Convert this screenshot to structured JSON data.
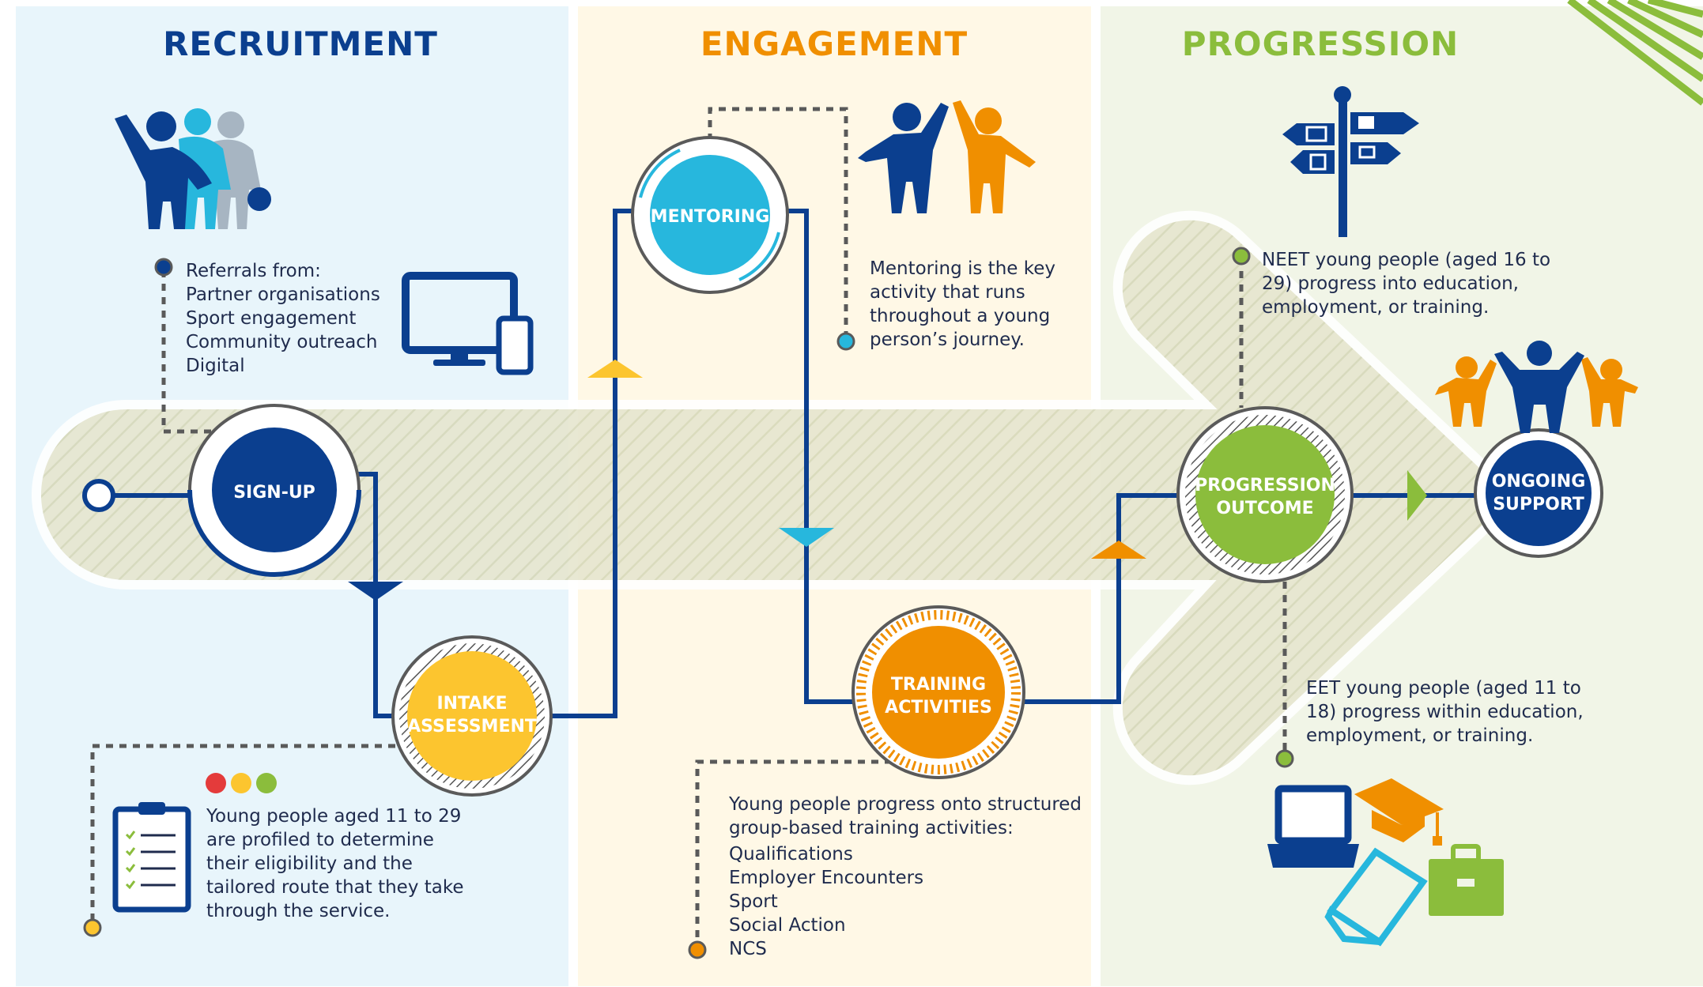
{
  "sections": {
    "recruitment": "RECRUITMENT",
    "engagement": "ENGAGEMENT",
    "progression": "PROGRESSION"
  },
  "nodes": {
    "signup": "SIGN-UP",
    "intake_line1": "INTAKE",
    "intake_line2": "ASSESSMENT",
    "mentoring": "MENTORING",
    "training_line1": "TRAINING",
    "training_line2": "ACTIVITIES",
    "progression_line1": "PROGRESSION",
    "progression_line2": "OUTCOME",
    "support_line1": "ONGOING",
    "support_line2": "SUPPORT"
  },
  "notes": {
    "referrals": [
      "Referrals from:",
      "Partner organisations",
      "Sport engagement",
      "Community outreach",
      "Digital"
    ],
    "mentoring": [
      "Mentoring is the key",
      "activity that runs",
      "throughout a young",
      "person’s journey."
    ],
    "intake": [
      "Young people aged 11 to 29",
      "are profiled to determine",
      "their eligibility and the",
      "tailored route that they take",
      "through the service."
    ],
    "training": [
      "Young people progress onto structured",
      "group-based training activities:",
      "Qualifications",
      "Employer Encounters",
      "Sport",
      "Social Action",
      "NCS"
    ],
    "neet": [
      "NEET young people (aged 16 to",
      "29) progress into education,",
      "employment, or training."
    ],
    "eet": [
      "EET young people (aged 11 to",
      "18) progress within education,",
      "employment, or training."
    ]
  },
  "colors": {
    "navy": "#0b3f8f",
    "cyan": "#27b7dd",
    "yellow": "#fcc52f",
    "orange": "#f08f00",
    "green": "#8bbd3c",
    "red": "#e43b3b",
    "recruitment_bg": "#e8f5fb",
    "engagement_bg": "#fff8e6",
    "progression_bg": "#f1f5e7"
  },
  "icons": {
    "recruitment_people": "people-group-icon",
    "devices": "computer-and-phone-icon",
    "mentor_people": "two-people-high-five-icon",
    "signpost": "signpost-icon",
    "celebrating_people": "three-people-celebrating-icon",
    "clipboard": "clipboard-checklist-icon",
    "traffic_lights": "traffic-light-dots-icon",
    "laptop": "laptop-icon",
    "graduation_cap": "graduation-cap-icon",
    "book": "open-book-icon",
    "briefcase": "briefcase-icon"
  }
}
